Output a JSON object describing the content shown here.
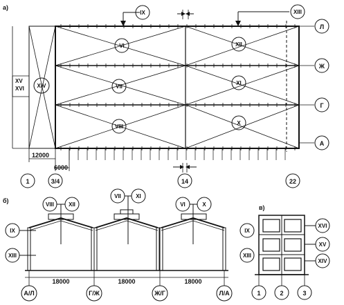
{
  "panel_labels": {
    "a": "а)",
    "b": "б)",
    "v": "в)"
  },
  "plan": {
    "axes_right": [
      "Л",
      "Ж",
      "Г",
      "А"
    ],
    "axes_bottom": [
      "1",
      "3/4",
      "14",
      "22"
    ],
    "dims": [
      "12000",
      "6000"
    ],
    "markers": {
      "top_left": "IX",
      "top_right": "XIII",
      "bay1_left": "VI",
      "bay2_left": "VII",
      "bay3_left": "VIII",
      "bay1_right": "XII",
      "bay2_right": "XI",
      "bay3_right": "X",
      "end_wall": "XIV",
      "side_labels": [
        "XV",
        "XVI"
      ]
    }
  },
  "section": {
    "top_markers": [
      "VIII",
      "XII",
      "VII",
      "XI",
      "VI",
      "X"
    ],
    "left_markers": [
      "IX",
      "XIII"
    ],
    "spans": [
      "18000",
      "18000",
      "18000"
    ],
    "axes": [
      "А/Л",
      "Г/Ж",
      "Ж/Г",
      "Л/А"
    ]
  },
  "end_elev": {
    "left_markers": [
      "IX",
      "XIII"
    ],
    "right_markers": [
      "XVI",
      "XV",
      "XIV"
    ],
    "axes": [
      "1",
      "2",
      "3"
    ]
  }
}
